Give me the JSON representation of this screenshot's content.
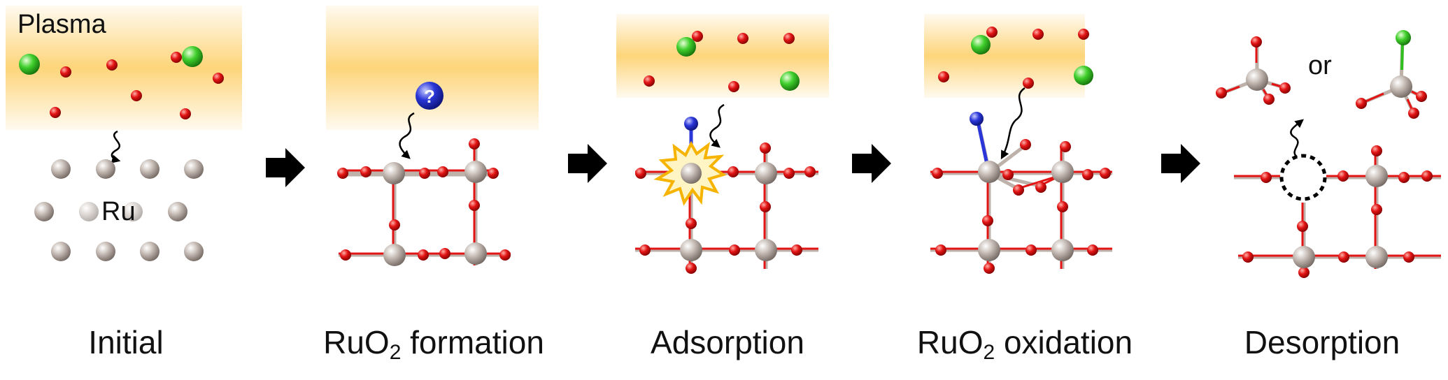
{
  "labels": {
    "plasma": "Plasma",
    "ru": "Ru",
    "or": "or",
    "q_mark": "?"
  },
  "panels": [
    {
      "id": "initial",
      "caption": "Initial"
    },
    {
      "id": "ruo2-formation",
      "caption_main": "RuO",
      "caption_sub": "2",
      "caption_rest": " formation"
    },
    {
      "id": "adsorption",
      "caption": "Adsorption"
    },
    {
      "id": "ruo2-oxidation",
      "caption_main": "RuO",
      "caption_sub": "2",
      "caption_rest": " oxidation"
    },
    {
      "id": "desorption",
      "caption": "Desorption"
    }
  ],
  "colors": {
    "plasma_band": "#fdd57a",
    "oxygen": "#e31414",
    "chlorine": "#2fbf1f",
    "ruthenium": "#b8ada6",
    "unknown_species": "#2233cc",
    "spark": "#f6b400",
    "arrow": "#000000"
  }
}
